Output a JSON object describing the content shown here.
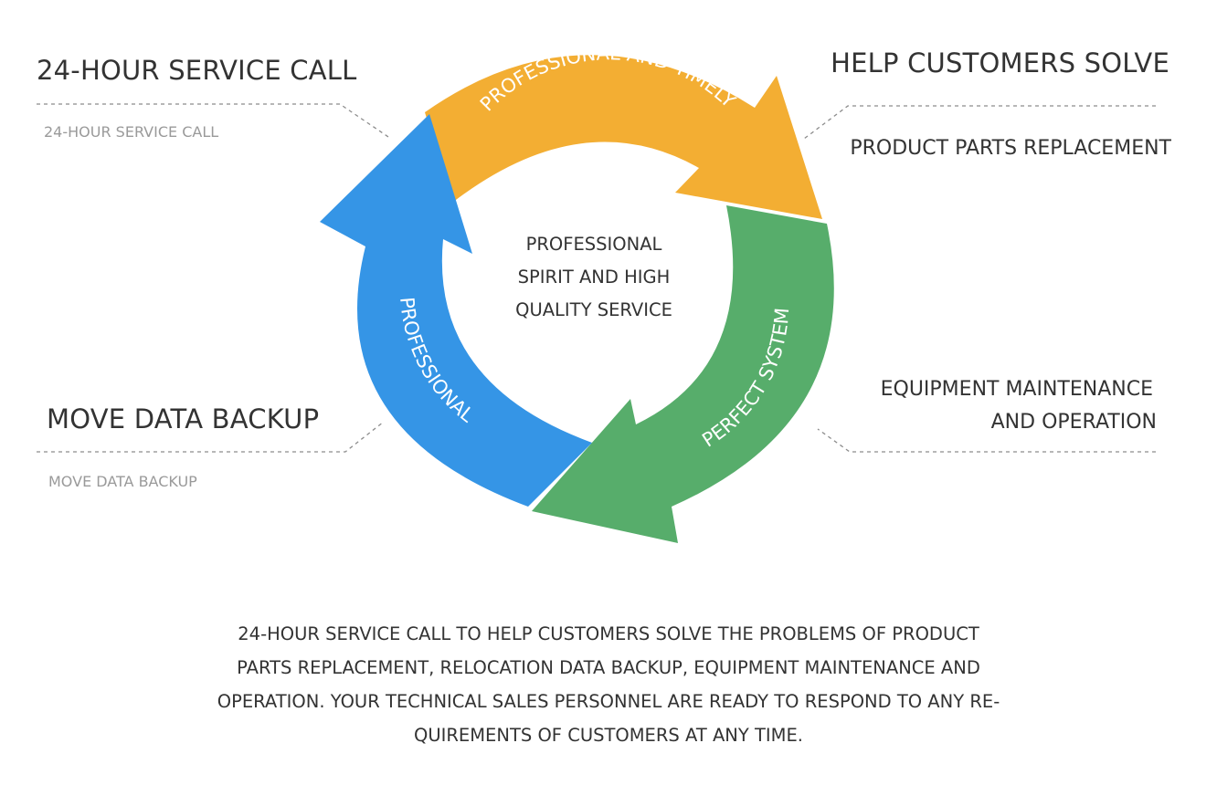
{
  "colors": {
    "orange": "#f3ae33",
    "green": "#57ad6b",
    "blue": "#3595e6",
    "dashed_line": "#8c8c8c"
  },
  "left": {
    "top_heading": "24-HOUR SERVICE CALL",
    "top_subtext": "24-HOUR SERVICE CALL",
    "bottom_heading": "MOVE DATA BACKUP",
    "bottom_subtext": "MOVE DATA BACKUP"
  },
  "right": {
    "top_heading": "HELP CUSTOMERS SOLVE",
    "top_subtext": "PRODUCT PARTS REPLACEMENT",
    "bottom_line1": "EQUIPMENT MAINTENANCE",
    "bottom_line2": "AND OPERATION"
  },
  "cycle": {
    "center_line1": "PROFESSIONAL",
    "center_line2": "SPIRIT AND HIGH",
    "center_line3": "QUALITY SERVICE",
    "arrows": [
      {
        "label": "PROFESSIONAL AND TIMELY",
        "color": "orange"
      },
      {
        "label": "PERFECT SYSTEM",
        "color": "green"
      },
      {
        "label": "PROFESSIONAL",
        "color": "blue"
      }
    ]
  },
  "footer": {
    "line1": "24-HOUR SERVICE CALL TO HELP CUSTOMERS SOLVE THE PROBLEMS OF PRODUCT",
    "line2": "PARTS REPLACEMENT, RELOCATION DATA BACKUP, EQUIPMENT MAINTENANCE AND",
    "line3": "OPERATION. YOUR TECHNICAL SALES PERSONNEL ARE READY TO RESPOND TO ANY RE-",
    "line4": "QUIREMENTS OF CUSTOMERS AT ANY TIME."
  }
}
